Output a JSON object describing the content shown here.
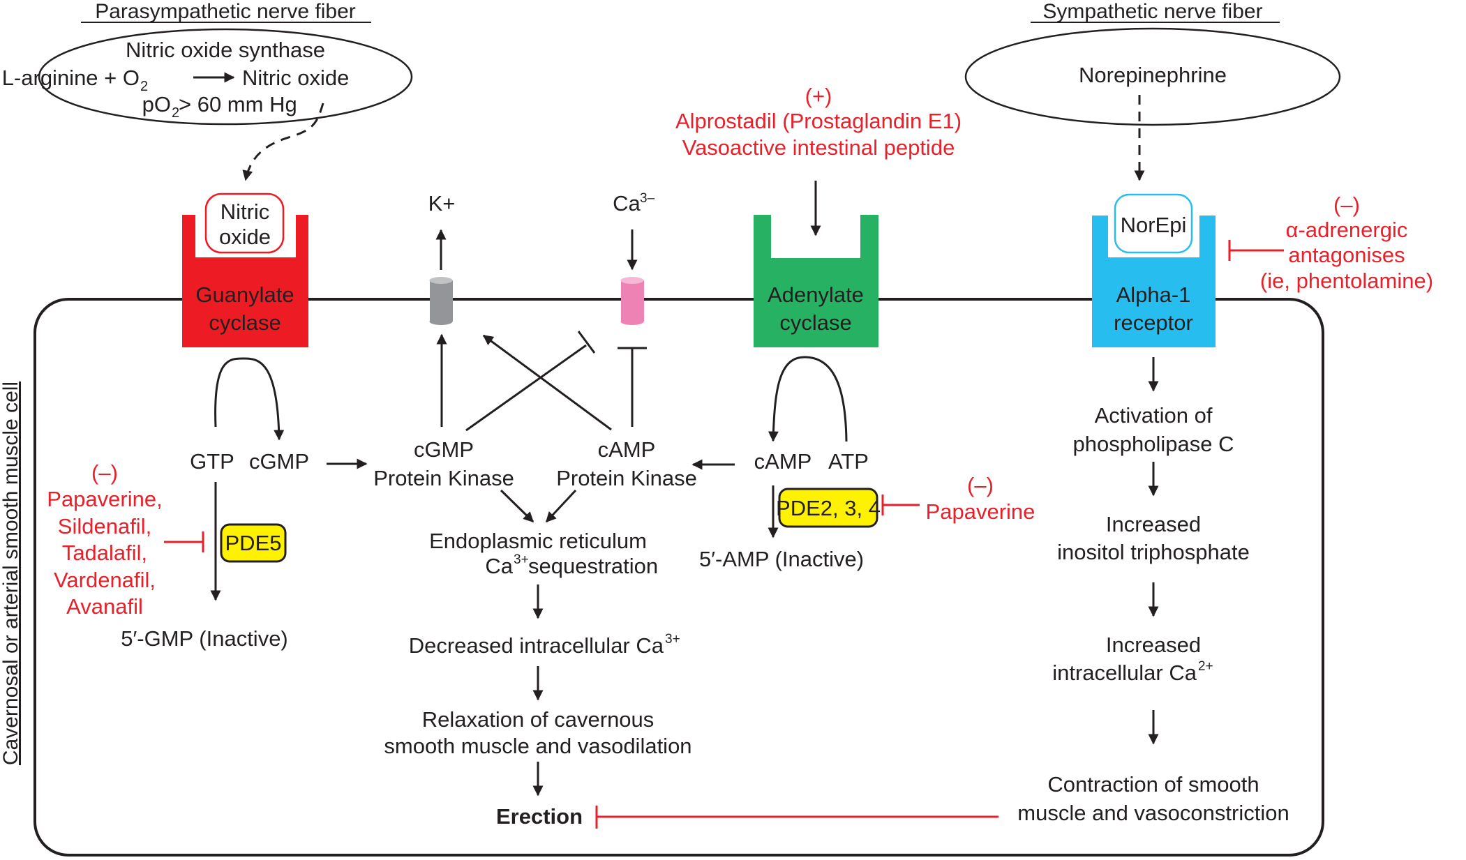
{
  "headers": {
    "parasympathetic": "Parasympathetic nerve fiber",
    "sympathetic": "Sympathetic nerve fiber",
    "cell_label": "Cavernosal or arterial smooth muscle cell"
  },
  "parasympathetic_ellipse": {
    "line1": "Nitric oxide synthase",
    "line2_left": "L-arginine + O",
    "line2_sub": "2",
    "line2_right": "Nitric oxide",
    "line3_left": "pO",
    "line3_sub": "2",
    "line3_right": " > 60 mm Hg"
  },
  "sympathetic_ellipse": {
    "label": "Norepinephrine"
  },
  "receptors": {
    "guanylate": {
      "ligand_line1": "Nitric",
      "ligand_line2": "oxide",
      "line1": "Guanylate",
      "line2": "cyclase",
      "color": "#ed1c24",
      "ligand_border": "#ed1c24"
    },
    "adenylate": {
      "line1": "Adenylate",
      "line2": "cyclase",
      "color": "#27b263"
    },
    "alpha1": {
      "ligand": "NorEpi",
      "line1": "Alpha-1",
      "line2": "receptor",
      "color": "#27bdee",
      "ligand_border": "#27bdee"
    }
  },
  "channels": {
    "potassium": {
      "label": "K+",
      "color": "#939598"
    },
    "calcium": {
      "label": "Ca",
      "sup": "3–",
      "color": "#ef82b4"
    }
  },
  "agonist": {
    "sign": "(+)",
    "line1": "Alprostadil (Prostaglandin E1)",
    "line2": "Vasoactive intestinal peptide"
  },
  "alpha_antagonist": {
    "sign": "(–)",
    "line1": "α-adrenergic",
    "line2": "antagonises",
    "line3": "(ie, phentolamine)"
  },
  "cgmp_pathway": {
    "gtp": "GTP",
    "cgmp": "cGMP",
    "pde": "PDE5",
    "inactive": "5′-GMP (Inactive)",
    "inhibitors_sign": "(–)",
    "inhibitors": [
      "Papaverine,",
      "Sildenafil,",
      "Tadalafil,",
      "Vardenafil,",
      "Avanafil"
    ]
  },
  "camp_pathway": {
    "camp": "cAMP",
    "atp": "ATP",
    "pde": "PDE2, 3, 4",
    "inactive": "5′-AMP (Inactive)",
    "inhibitor_sign": "(–)",
    "inhibitor": "Papaverine"
  },
  "kinases": {
    "cgmp_line1": "cGMP",
    "cgmp_line2": "Protein Kinase",
    "camp_line1": "cAMP",
    "camp_line2": "Protein Kinase"
  },
  "relaxation_chain": {
    "er_line1": "Endoplasmic reticulum",
    "er_line2_a": "Ca",
    "er_line2_sup": "3+",
    "er_line2_b": " sequestration",
    "decreased_a": "Decreased intracellular Ca",
    "decreased_sup": "3+",
    "relax_line1": "Relaxation of cavernous",
    "relax_line2": "smooth muscle and vasodilation",
    "erection": "Erection"
  },
  "contraction_chain": {
    "plc_line1": "Activation of",
    "plc_line2": "phospholipase C",
    "ip3_line1": "Increased",
    "ip3_line2": "inositol triphosphate",
    "ca_line1": "Increased",
    "ca_line2_a": "intracellular Ca",
    "ca_line2_sup": "2+",
    "contract_line1": "Contraction of smooth",
    "contract_line2": "muscle and vasoconstriction"
  },
  "colors": {
    "inhibitor_red": "#e8202a",
    "pde_yellow": "#fff200",
    "text": "#231f20"
  }
}
